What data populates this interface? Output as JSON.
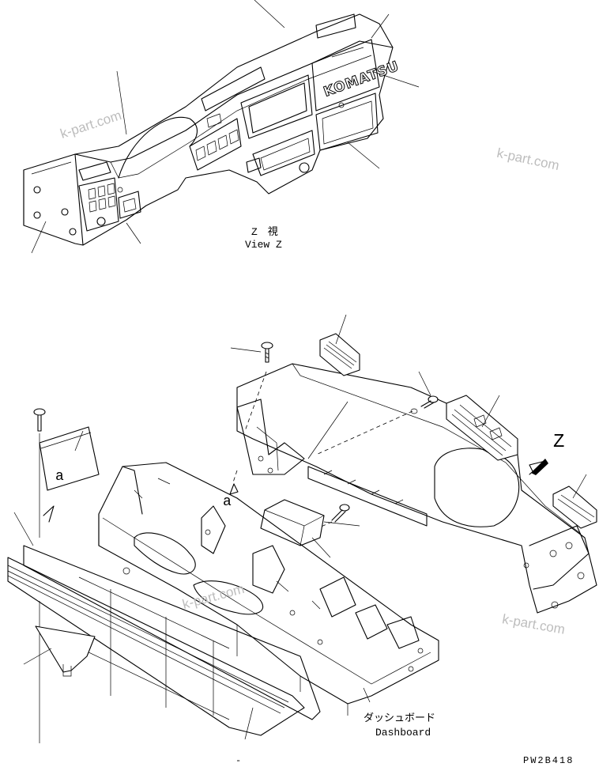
{
  "view_label": {
    "jp": "Z　視",
    "en": "View Z"
  },
  "callouts": {
    "a_upper": "a",
    "a_lower": "a",
    "z_arrow": "Z"
  },
  "dashboard_label": {
    "jp": "ダッシュボード",
    "en": "Dashboard"
  },
  "drawing_code": "PW2B418",
  "brand_text": "KOMATSU",
  "watermark": "k-part.com",
  "footer_mark": "-"
}
